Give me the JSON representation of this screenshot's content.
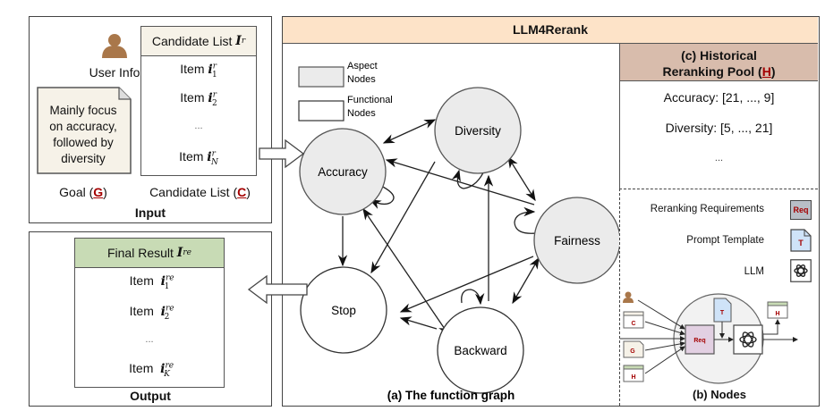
{
  "input": {
    "title": "Input",
    "user_info_label": "User Info",
    "goal_note": [
      "Mainly focus",
      "on accuracy,",
      "followed by",
      "diversity"
    ],
    "goal_label": "Goal (",
    "goal_symbol": "G",
    "goal_close": ")",
    "candidate_header": "Candidate List ",
    "candidate_header_symbol": "I",
    "candidate_header_sup": "r",
    "candidate_items": [
      {
        "label": "Item",
        "var": "i",
        "sup": "r",
        "sub": "1"
      },
      {
        "label": "Item",
        "var": "i",
        "sup": "r",
        "sub": "2"
      },
      {
        "label": "...",
        "var": "",
        "sup": "",
        "sub": ""
      },
      {
        "label": "Item",
        "var": "i",
        "sup": "r",
        "sub": "N"
      }
    ],
    "candidate_label": "Candidate List (",
    "candidate_symbol": "C",
    "candidate_close": ")"
  },
  "output": {
    "title": "Output",
    "result_header": "Final Result ",
    "result_header_symbol": "I",
    "result_header_sup": "re",
    "result_items": [
      {
        "label": "Item",
        "var": "i",
        "sup": "re",
        "sub": "1"
      },
      {
        "label": "Item",
        "var": "i",
        "sup": "re",
        "sub": "2"
      },
      {
        "label": "...",
        "var": "",
        "sup": "",
        "sub": ""
      },
      {
        "label": "Item",
        "var": "i",
        "sup": "re",
        "sub": "K"
      }
    ]
  },
  "main": {
    "title": "LLM4Rerank",
    "legend": {
      "aspect": [
        "Aspect",
        "Nodes"
      ],
      "functional": [
        "Functional",
        "Nodes"
      ]
    },
    "graph_caption": "(a) The function graph",
    "nodes": {
      "accuracy": "Accuracy",
      "diversity": "Diversity",
      "fairness": "Fairness",
      "stop": "Stop",
      "backward": "Backward"
    }
  },
  "pool": {
    "title_line1": "(c) Historical",
    "title_line2": "Reranking Pool (",
    "title_symbol": "H",
    "title_close": ")",
    "entries": [
      "Accuracy: [21, ..., 9]",
      "Diversity: [5, ..., 21]",
      "..."
    ]
  },
  "nodes_panel": {
    "caption": "(b) Nodes",
    "legend": [
      {
        "label": "Reranking Requirements",
        "icon": "Req"
      },
      {
        "label": "Prompt Template",
        "icon": "T"
      },
      {
        "label": "LLM",
        "icon": "llm-logo"
      }
    ],
    "req_label": "Req",
    "template_label": "T",
    "c_label": "C",
    "g_label": "G",
    "h_label": "H"
  },
  "colors": {
    "header_bg": "#fde3c8",
    "pool_header_bg": "#d8bcac",
    "result_header_bg": "#c8dbb5",
    "candidate_header_bg": "#f6f2e8",
    "aspect_node_fill": "#ebebeb",
    "user_icon": "#a9774a",
    "accent_red": "#a40000",
    "req_fill": "#e2d0e2",
    "template_fill": "#cfe3f8"
  }
}
